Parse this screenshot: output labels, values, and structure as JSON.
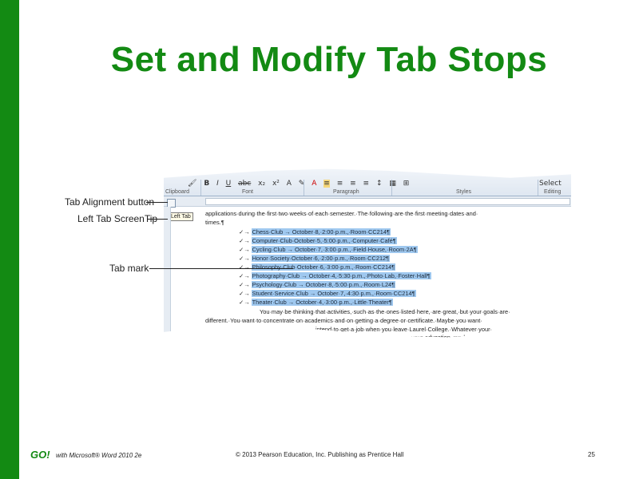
{
  "slide": {
    "title": "Set and Modify Tab Stops",
    "accent_color": "#138a13"
  },
  "callouts": {
    "tab_alignment_button": "Tab Alignment button",
    "left_tab_screentip": "Left Tab ScreenTip",
    "tab_mark": "Tab mark"
  },
  "screenshot": {
    "ribbon_groups": [
      "Clipboard",
      "Font",
      "Paragraph",
      "Styles",
      "Editing"
    ],
    "select_button": "Select",
    "tooltip_text": "Left Tab",
    "document": {
      "intro_line_1": "applications·during·the·first·two·weeks·of·each·semester.·The·following·are·the·first·meeting·dates·and·",
      "intro_line_2": "times.¶",
      "bullet_marker": "✓→",
      "clubs": [
        "Chess·Club → October·8,·2:00·p.m.,·Room·CC214¶",
        "Computer·Club·October·5,·5:00·p.m.,·Computer·Café¶",
        "Cycling·Club → October·7,·3:00·p.m.,·Field·House,·Room·2A¶",
        "Honor·Society·October·6,·2:00·p.m.,·Room·CC212¶",
        "Philosophy·Club·October·6,·3:00·p.m.,·Room·CC214¶",
        "Photography·Club → October·4,·5:30·p.m.,·Photo·Lab,·Foster·Hall¶",
        "Psychology·Club → October·8,·5:00·p.m.,·Room·L24¶",
        "Student·Service·Club → October·7,·4:30·p.m.,·Room·CC214¶",
        "Theater·Club → October·4,·3:00·p.m.,·Little·Theater¶"
      ],
      "outro_line_1": "You·may·be·thinking·that·activities,·such·as·the·ones·listed·here,·are·great,·but·your·goals·are·",
      "outro_line_2": "different.·You·want·to·concentrate·on·academics·and·on·getting·a·degree·or·certificate.·Maybe·you·want·",
      "outro_line_3": "intend·to·get·a·job·when·you·leave·Laurel·College.·Whatever·your·",
      "outro_line_4": "your·education,·work·experience,·and·"
    }
  },
  "footer": {
    "logo": "GO!",
    "series": "with Microsoft® Word 2010 2e",
    "copyright": "© 2013 Pearson Education, Inc. Publishing as Prentice Hall",
    "page_number": "25"
  }
}
